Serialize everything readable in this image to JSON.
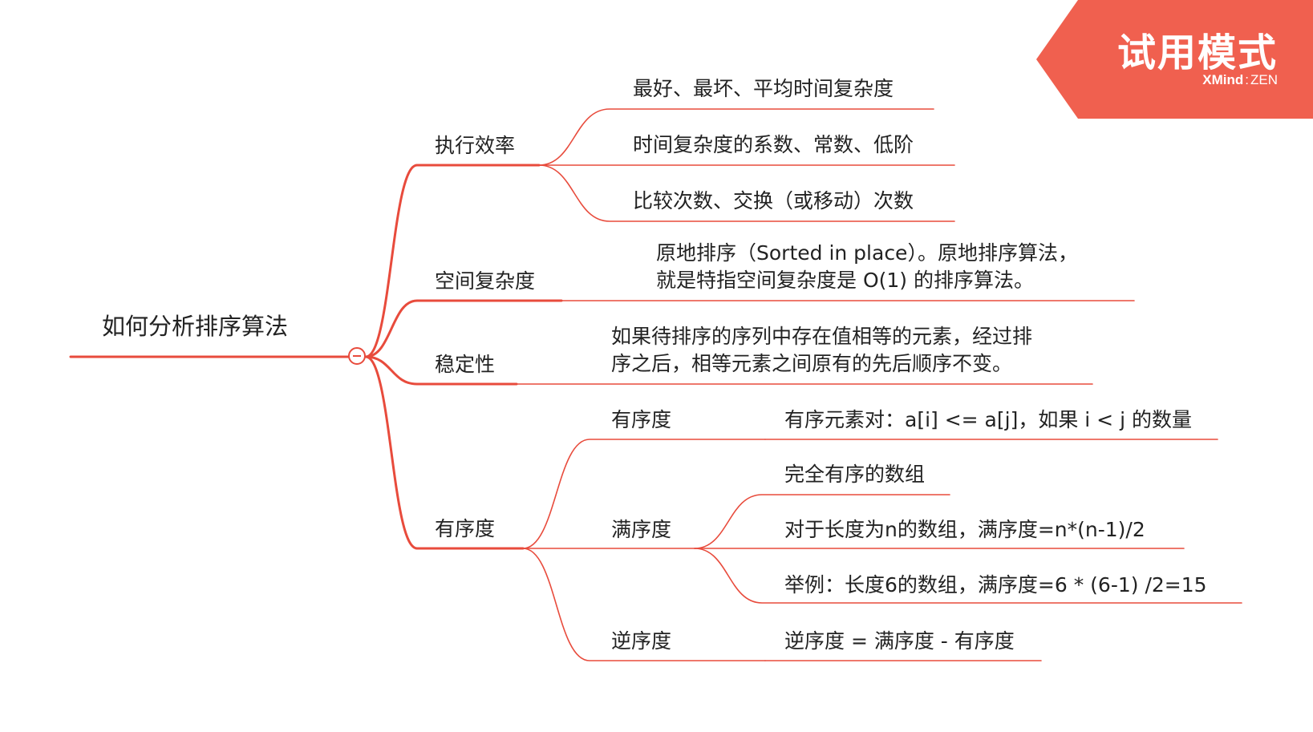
{
  "root": {
    "label": "如何分析排序算法"
  },
  "branches": [
    {
      "label": "执行效率",
      "children": [
        {
          "label": "最好、最坏、平均时间复杂度"
        },
        {
          "label": "时间复杂度的系数、常数、低阶"
        },
        {
          "label": "比较次数、交换（或移动）次数"
        }
      ]
    },
    {
      "label": "空间复杂度",
      "children": [
        {
          "lines": [
            "原地排序（Sorted in place）。原地排序算法，",
            "就是特指空间复杂度是 O(1) 的排序算法。"
          ]
        }
      ]
    },
    {
      "label": "稳定性",
      "children": [
        {
          "lines": [
            "如果待排序的序列中存在值相等的元素，经过排",
            "序之后，相等元素之间原有的先后顺序不变。"
          ]
        }
      ]
    },
    {
      "label": "有序度",
      "children": [
        {
          "label": "有序度",
          "children": [
            {
              "label": "有序元素对：a[i] <= a[j]，如果 i < j 的数量"
            }
          ]
        },
        {
          "label": "满序度",
          "children": [
            {
              "label": "完全有序的数组"
            },
            {
              "label": "对于长度为n的数组，满序度=n*(n-1)/2"
            },
            {
              "label": "举例：长度6的数组，满序度=6 * (6-1) /2=15"
            }
          ]
        },
        {
          "label": "逆序度",
          "children": [
            {
              "label": "逆序度 = 满序度 - 有序度"
            }
          ]
        }
      ]
    }
  ],
  "badge": {
    "title": "试用模式",
    "brand": "XMind",
    "brand_sep": ":",
    "brand_suffix": "ZEN"
  },
  "colors": {
    "line": "#e84b3c",
    "badge": "#f0604f",
    "text": "#222222"
  }
}
